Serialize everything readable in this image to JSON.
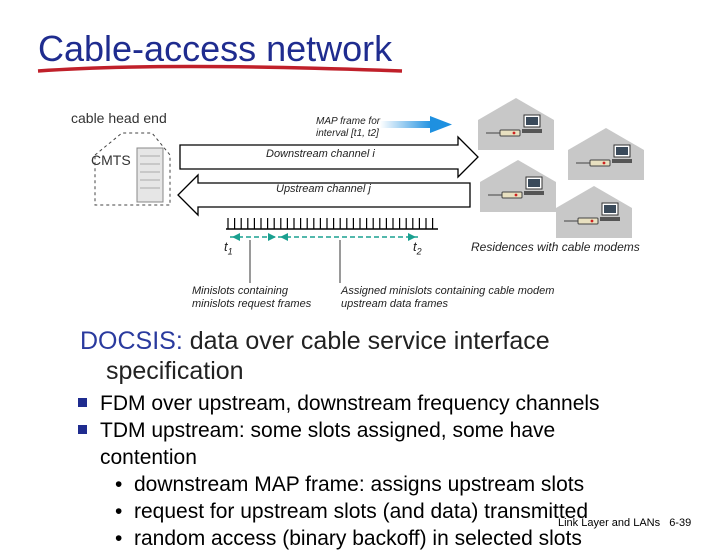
{
  "title": "Cable-access network",
  "diagram": {
    "head_end_label": "cable head end",
    "cmts_label": "CMTS",
    "map_frame_line1": "MAP frame for",
    "map_frame_line2": "interval [t1, t2]",
    "downstream_label": "Downstream channel i",
    "upstream_label": "Upstream channel j",
    "t1_label": "t",
    "t1_sub": "1",
    "t2_label": "t",
    "t2_sub": "2",
    "residences_label": "Residences with cable modems",
    "minislots_request_line1": "Minislots containing",
    "minislots_request_line2": "minislots request frames",
    "assigned_minislots_line1": "Assigned minislots containing cable modem",
    "assigned_minislots_line2": "upstream data frames",
    "colors": {
      "accent": "#2a3a9e",
      "map_arrow": "#1e90e0",
      "house": "#c8c8c8"
    }
  },
  "docsis": {
    "highlight": "DOCSIS:",
    "rest": " data over cable service interface",
    "line2": "specification"
  },
  "bullets": [
    {
      "text": "FDM over upstream, downstream frequency channels"
    },
    {
      "text": "TDM upstream: some slots assigned, some have"
    },
    {
      "text": "contention"
    }
  ],
  "sub_bullets": [
    {
      "text": "downstream MAP frame: assigns upstream slots"
    },
    {
      "text": "request for upstream slots (and data) transmitted"
    },
    {
      "text": "random access (binary backoff) in selected slots"
    }
  ],
  "footer": {
    "chapter": "Link Layer and LANs",
    "page": "6-39"
  }
}
